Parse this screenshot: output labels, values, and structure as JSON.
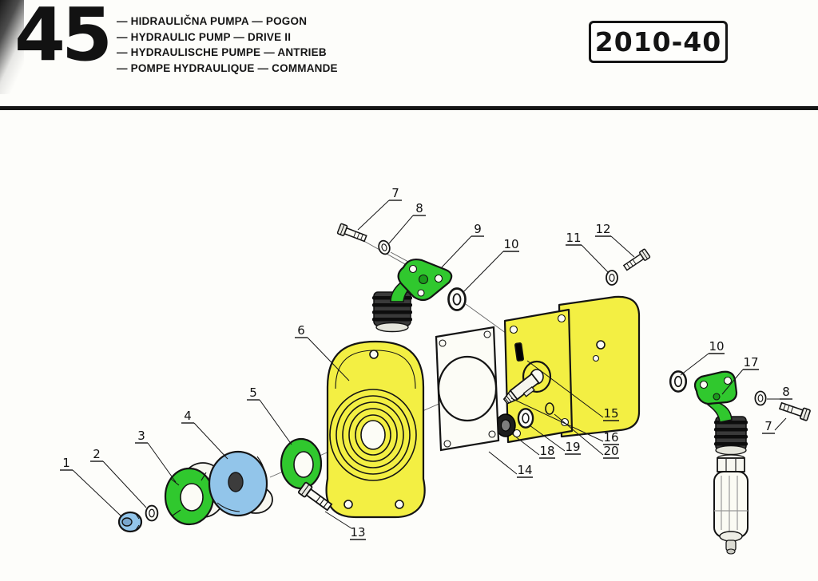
{
  "header": {
    "section_number": "45",
    "titles": [
      "— HIDRAULIČNA PUMPA — POGON",
      "— HYDRAULIC PUMP — DRIVE II",
      "— HYDRAULISCHE PUMPE — ANTRIEB",
      "— POMPE HYDRAULIQUE — COMMANDE"
    ],
    "catalog_number": "2010-40"
  },
  "diagram": {
    "callouts": [
      {
        "label": "1"
      },
      {
        "label": "2"
      },
      {
        "label": "3"
      },
      {
        "label": "4"
      },
      {
        "label": "5"
      },
      {
        "label": "6"
      },
      {
        "label": "7"
      },
      {
        "label": "8"
      },
      {
        "label": "9"
      },
      {
        "label": "10"
      },
      {
        "label": "11"
      },
      {
        "label": "12"
      },
      {
        "label": "13"
      },
      {
        "label": "14"
      },
      {
        "label": "15"
      },
      {
        "label": "16"
      },
      {
        "label": "18"
      },
      {
        "label": "19"
      },
      {
        "label": "20"
      },
      {
        "label": "10"
      },
      {
        "label": "17"
      },
      {
        "label": "8"
      },
      {
        "label": "7"
      }
    ],
    "colors": {
      "part_yellow": "#f3ef43",
      "highlight_green": "#30c82e",
      "highlight_green_dark": "#1b9a1b",
      "highlight_blue": "#92c5ea"
    }
  }
}
